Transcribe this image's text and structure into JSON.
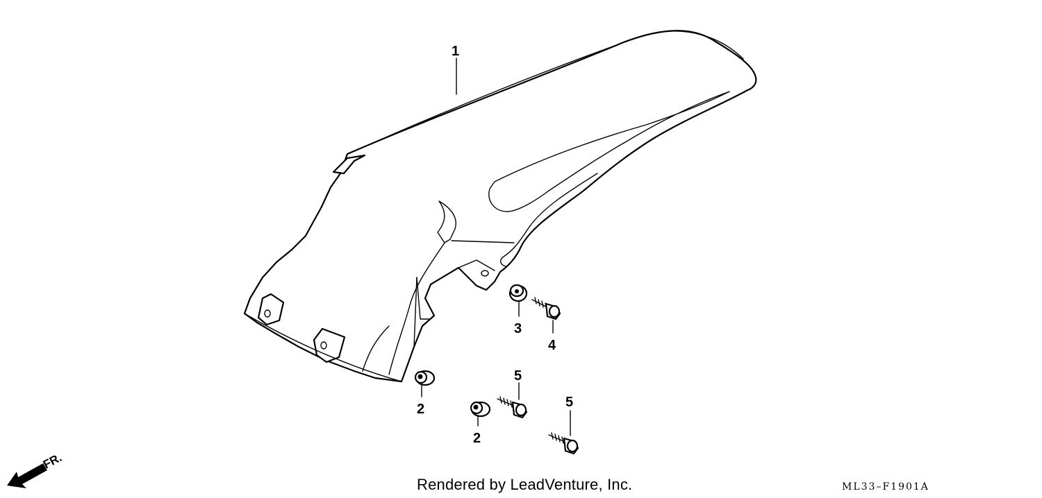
{
  "callouts": {
    "fender": "1",
    "grommet_a": "2",
    "grommet_b": "2",
    "collar": "3",
    "bolt": "4",
    "screw_a": "5",
    "screw_b": "5"
  },
  "direction_label": "FR.",
  "credit": "Rendered by LeadVenture, Inc.",
  "diagram_code": "ML33–F1901A"
}
